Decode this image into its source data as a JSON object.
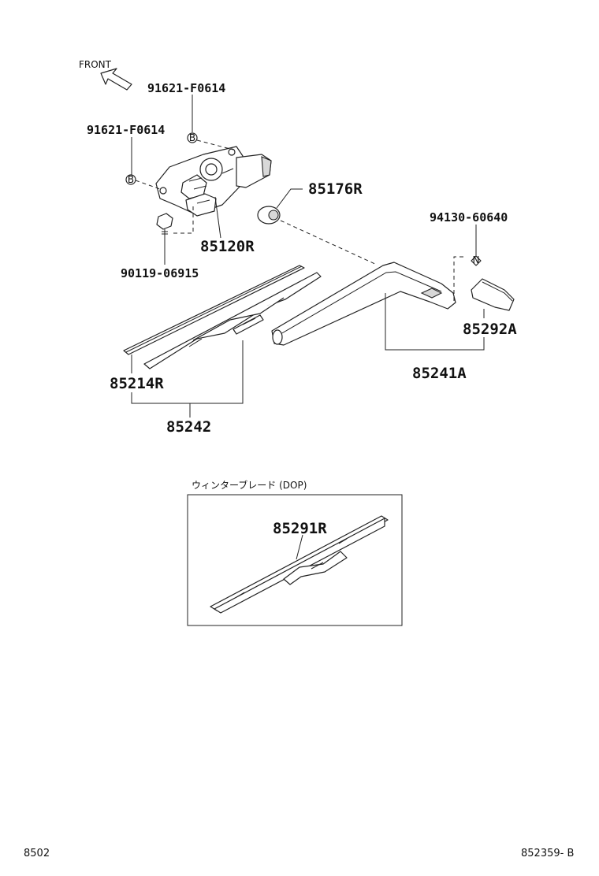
{
  "front_label": "FRONT",
  "callouts": {
    "bolt_upper": "91621-F0614",
    "bolt_left": "91621-F0614",
    "nut": "85176R",
    "motor": "85120R",
    "screw": "90119-06915",
    "cap_nut": "94130-60640",
    "cap": "85292A",
    "arm": "85241A",
    "refill": "85214R",
    "blade_assy": "85242",
    "winter_blade": "85291R"
  },
  "markers": {
    "b": "B",
    "n": "N"
  },
  "dop_box_title": "ウィンターブレード (DOP)",
  "footer": {
    "left": "8502",
    "right": "852359- B"
  }
}
